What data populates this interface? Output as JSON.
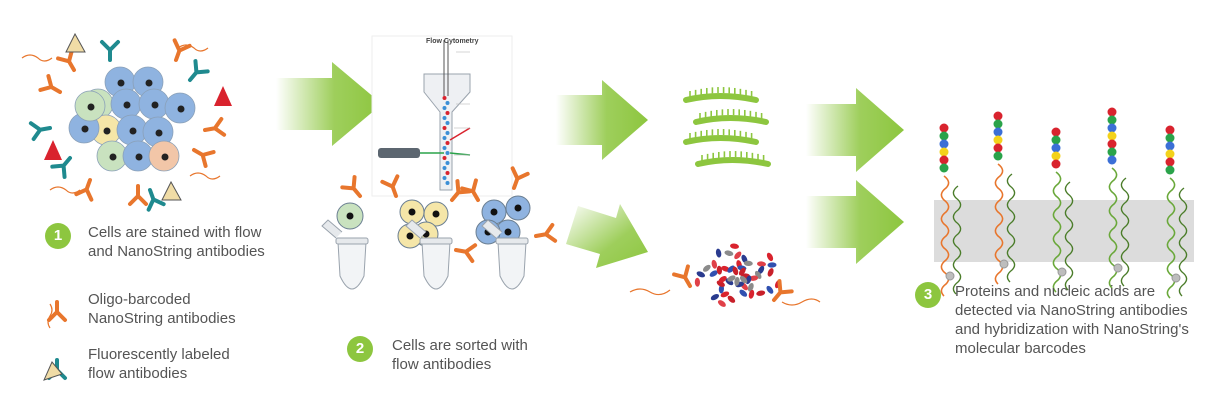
{
  "colors": {
    "arrow_green": "#8dc63f",
    "antibody_orange": "#e8762d",
    "antibody_teal": "#1f8a8f",
    "cell_blue": "#8fb3e0",
    "cell_green": "#c9e2bf",
    "cell_yellow": "#f5e6a8",
    "cell_peach": "#f2c6a8",
    "text_gray": "#545454",
    "marker_red": "#d9232e",
    "marker_tan": "#f0dca6"
  },
  "step1": {
    "number": "1",
    "lines": [
      "Cells are stained with flow",
      "and NanoString antibodies"
    ]
  },
  "legend": {
    "oligo_lines": [
      "Oligo-barcoded",
      "NanoString antibodies"
    ],
    "fluor_lines": [
      "Fluorescently  labeled",
      "flow antibodies"
    ]
  },
  "step2": {
    "number": "2",
    "lines": [
      "Cells are sorted with",
      "flow antibodies"
    ]
  },
  "step3": {
    "number": "3",
    "lines": [
      "Proteins and nucleic acids are",
      "detected via NanoString antibodies",
      "and hybridization with NanoString's",
      "molecular barcodes"
    ]
  },
  "cytometry": {
    "title": "Flow Cytometry"
  },
  "icons": [
    "antibody-y-icon",
    "flow-arrow-icon",
    "cell-icon",
    "tube-icon",
    "rna-strand-icon",
    "protein-complex-icon",
    "barcode-probe-icon"
  ]
}
